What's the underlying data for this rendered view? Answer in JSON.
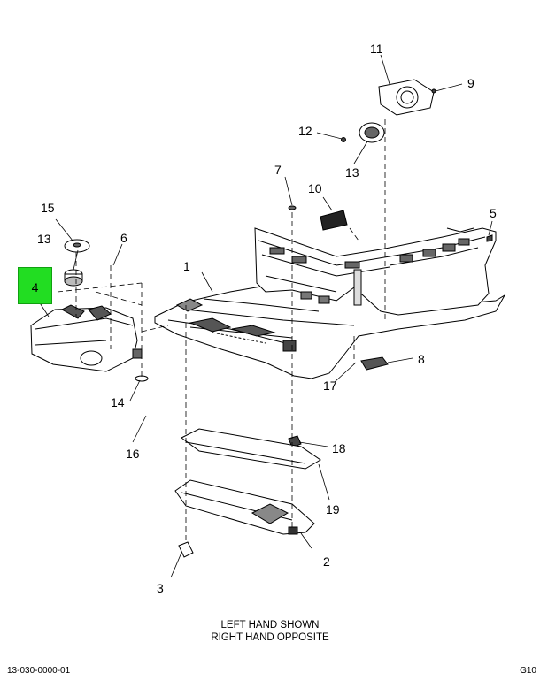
{
  "callouts": {
    "c1": "1",
    "c2": "2",
    "c3": "3",
    "c4": "4",
    "c5": "5",
    "c6": "6",
    "c7": "7",
    "c8": "8",
    "c9": "9",
    "c10": "10",
    "c11": "11",
    "c12": "12",
    "c13a": "13",
    "c13b": "13",
    "c14": "14",
    "c15": "15",
    "c16": "16",
    "c17": "17",
    "c18": "18",
    "c19": "19"
  },
  "highlighted_part": "4",
  "caption": {
    "line1": "LEFT HAND SHOWN",
    "line2": "RIGHT HAND OPPOSITE"
  },
  "footer": {
    "left": "13-030-0000-01",
    "right": "G10"
  },
  "colors": {
    "highlight": "#22dd22",
    "line": "#000000"
  }
}
